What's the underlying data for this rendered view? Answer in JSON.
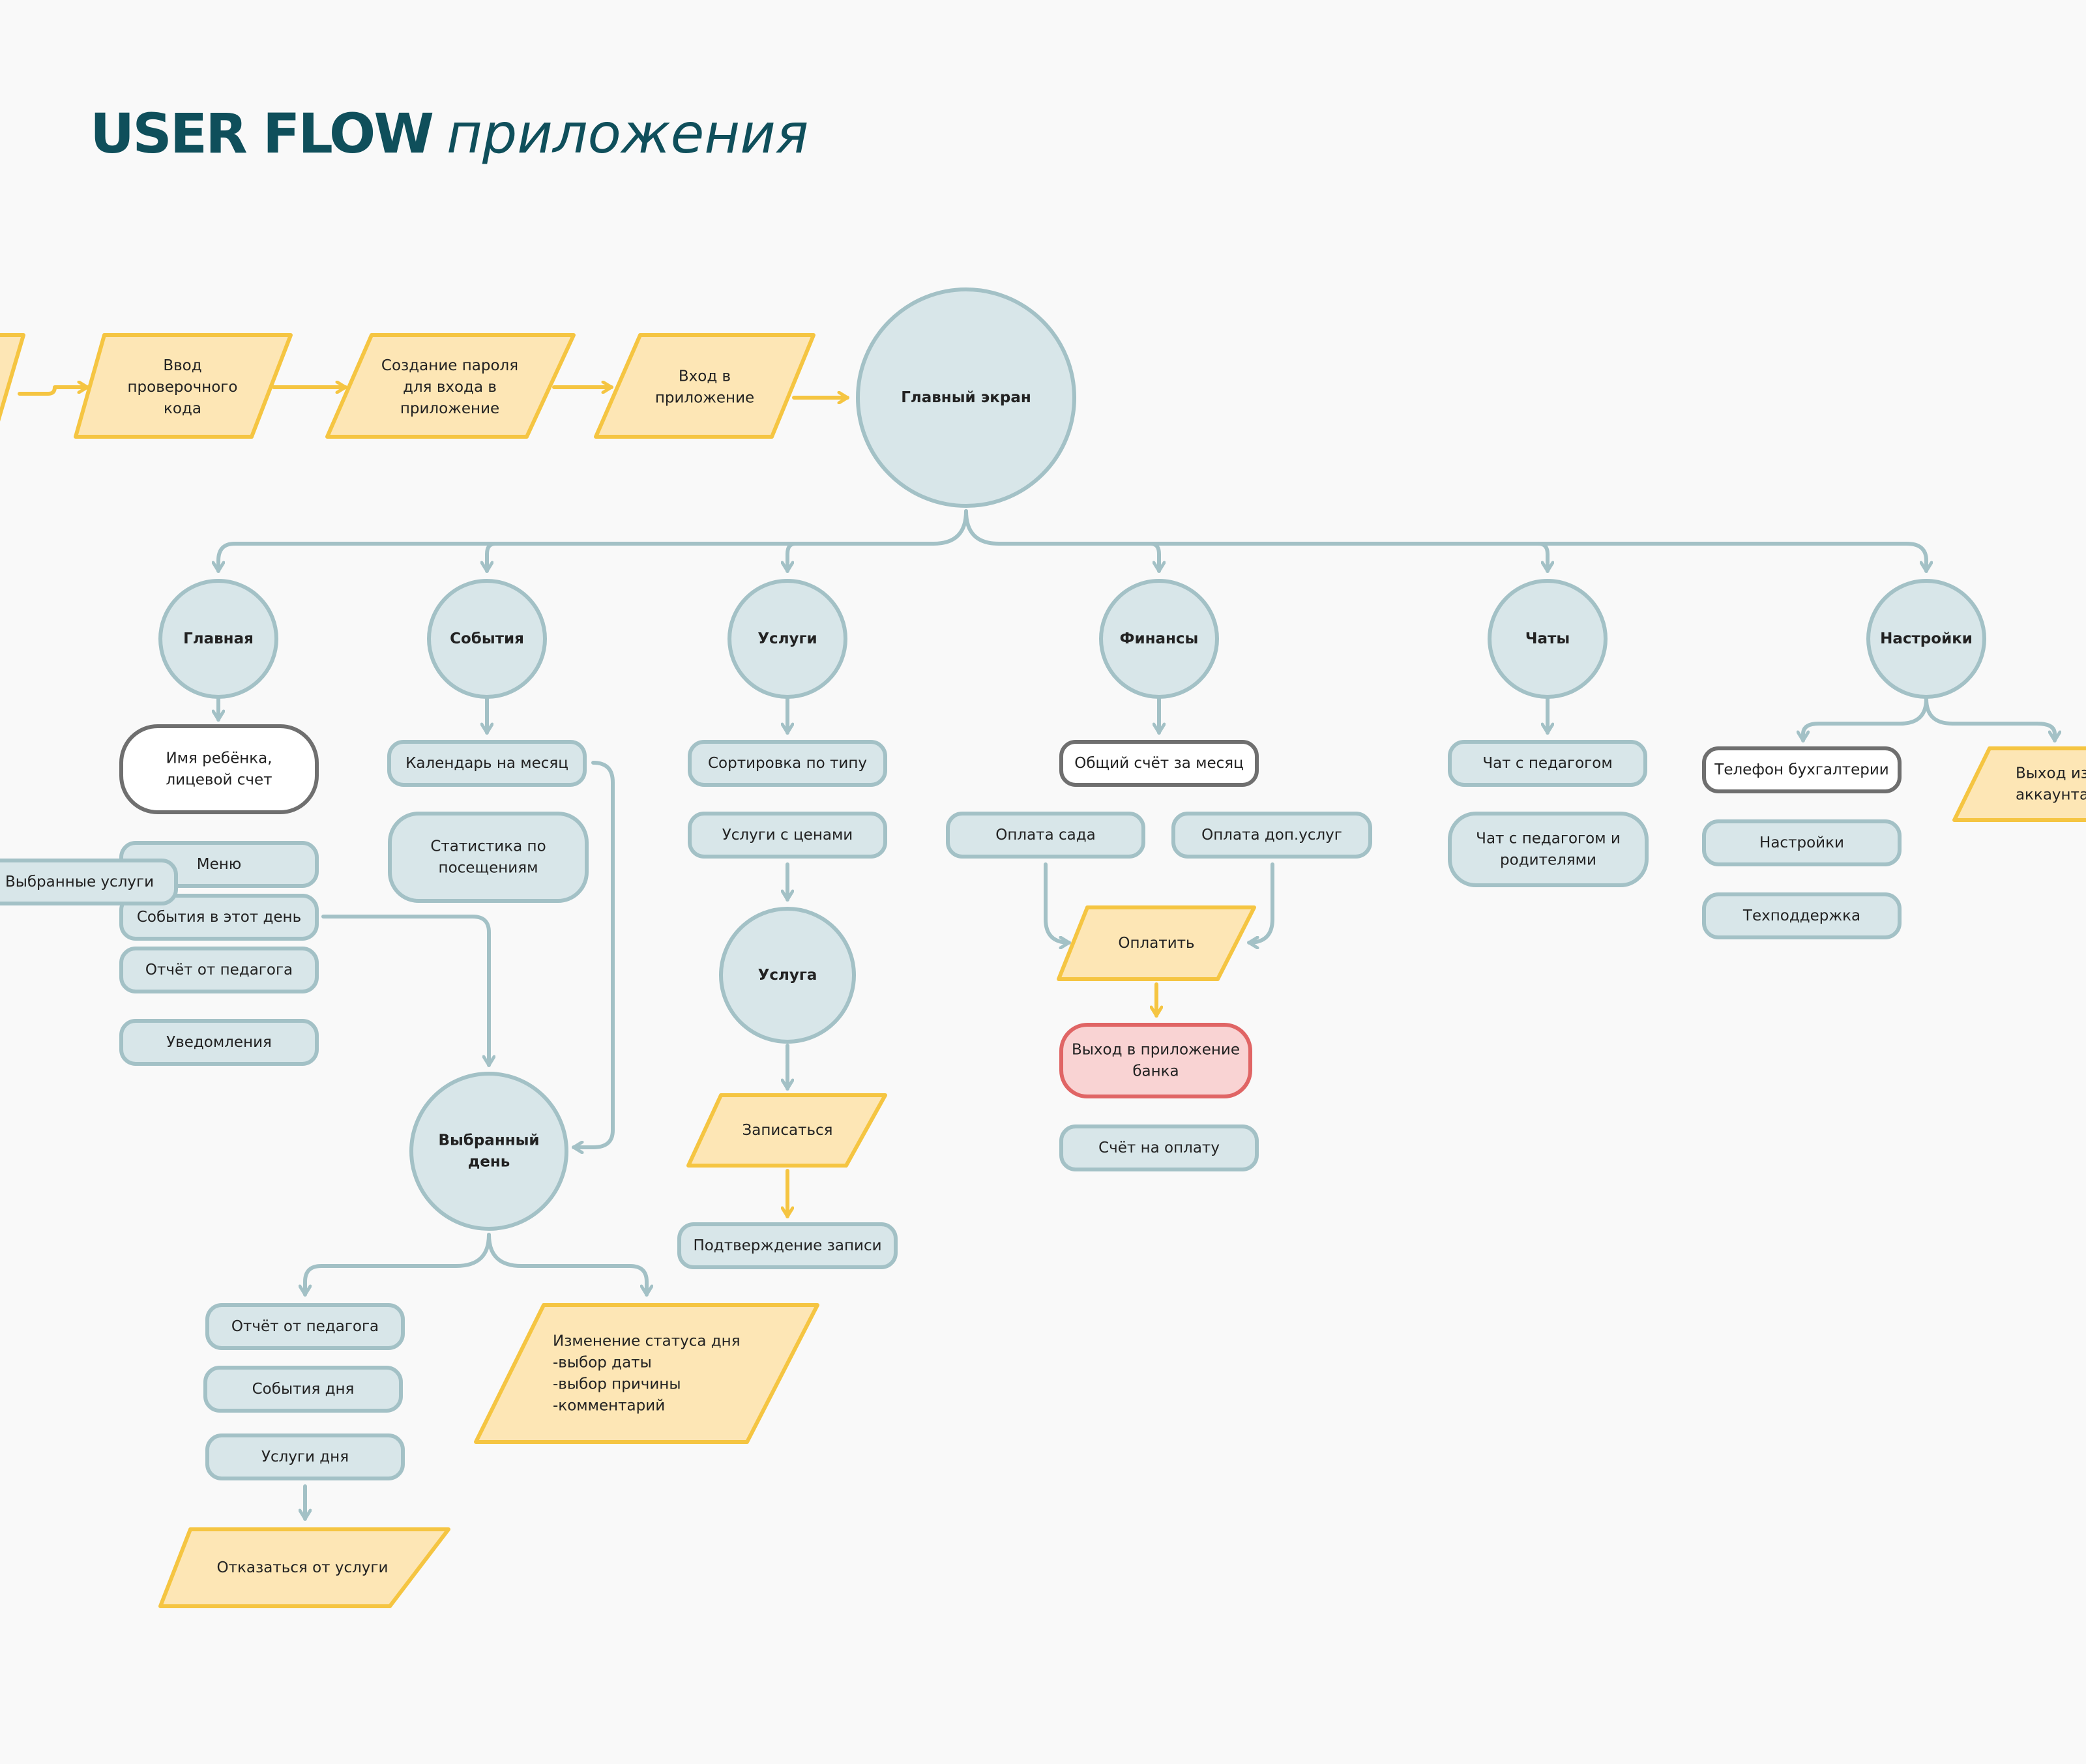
{
  "title": {
    "bold": "USER FLOW",
    "italic": "приложения"
  },
  "top_flow": {
    "code": "Ввод\nпроверочного\nкода",
    "password": "Создание пароля\nдля входа в\nприложение",
    "login": "Вход в\nприложение",
    "main": "Главный экран"
  },
  "sections": {
    "home": {
      "label": "Главная",
      "child_name": "Имя ребёнка,\nлицевой счет",
      "menu": "Меню",
      "selected_services": "Выбранные услуги",
      "events_today": "События в этот день",
      "teacher_report": "Отчёт от педагога",
      "notifications": "Уведомления"
    },
    "events": {
      "label": "События",
      "calendar": "Календарь на месяц",
      "stats": "Статистика по\nпосещениям",
      "selected_day": "Выбранный\nдень",
      "day_report": "Отчёт от педагога",
      "day_events": "События дня",
      "day_services": "Услуги дня",
      "refuse": "Отказаться от услуги",
      "status_change": "Изменение статуса дня\n-выбор даты\n-выбор причины\n-комментарий"
    },
    "services": {
      "label": "Услуги",
      "sort": "Сортировка по типу",
      "prices": "Услуги с ценами",
      "service": "Услуга",
      "signup": "Записаться",
      "confirm": "Подтверждение записи"
    },
    "finance": {
      "label": "Финансы",
      "total": "Общий счёт за месяц",
      "garden": "Оплата сада",
      "extra": "Оплата доп.услуг",
      "pay": "Оплатить",
      "bank": "Выход в приложение\nбанка",
      "invoice": "Счёт на оплату"
    },
    "chats": {
      "label": "Чаты",
      "teacher": "Чат с педагогом",
      "teacher_parents": "Чат с педагогом и\nродителями"
    },
    "settings": {
      "label": "Настройки",
      "phone": "Телефон бухгалтерии",
      "settings": "Настройки",
      "support": "Техподдержка",
      "logout": "Выход из\nаккаунта"
    }
  },
  "colors": {
    "title": "#0f4f5b",
    "node_fill": "#d8e6e9",
    "node_stroke": "#a3c1c6",
    "action_fill": "#fde6b5",
    "action_stroke": "#f5c542",
    "alert_fill": "#f9d3d3",
    "alert_stroke": "#e06565",
    "outline_stroke": "#6f6f6f"
  }
}
